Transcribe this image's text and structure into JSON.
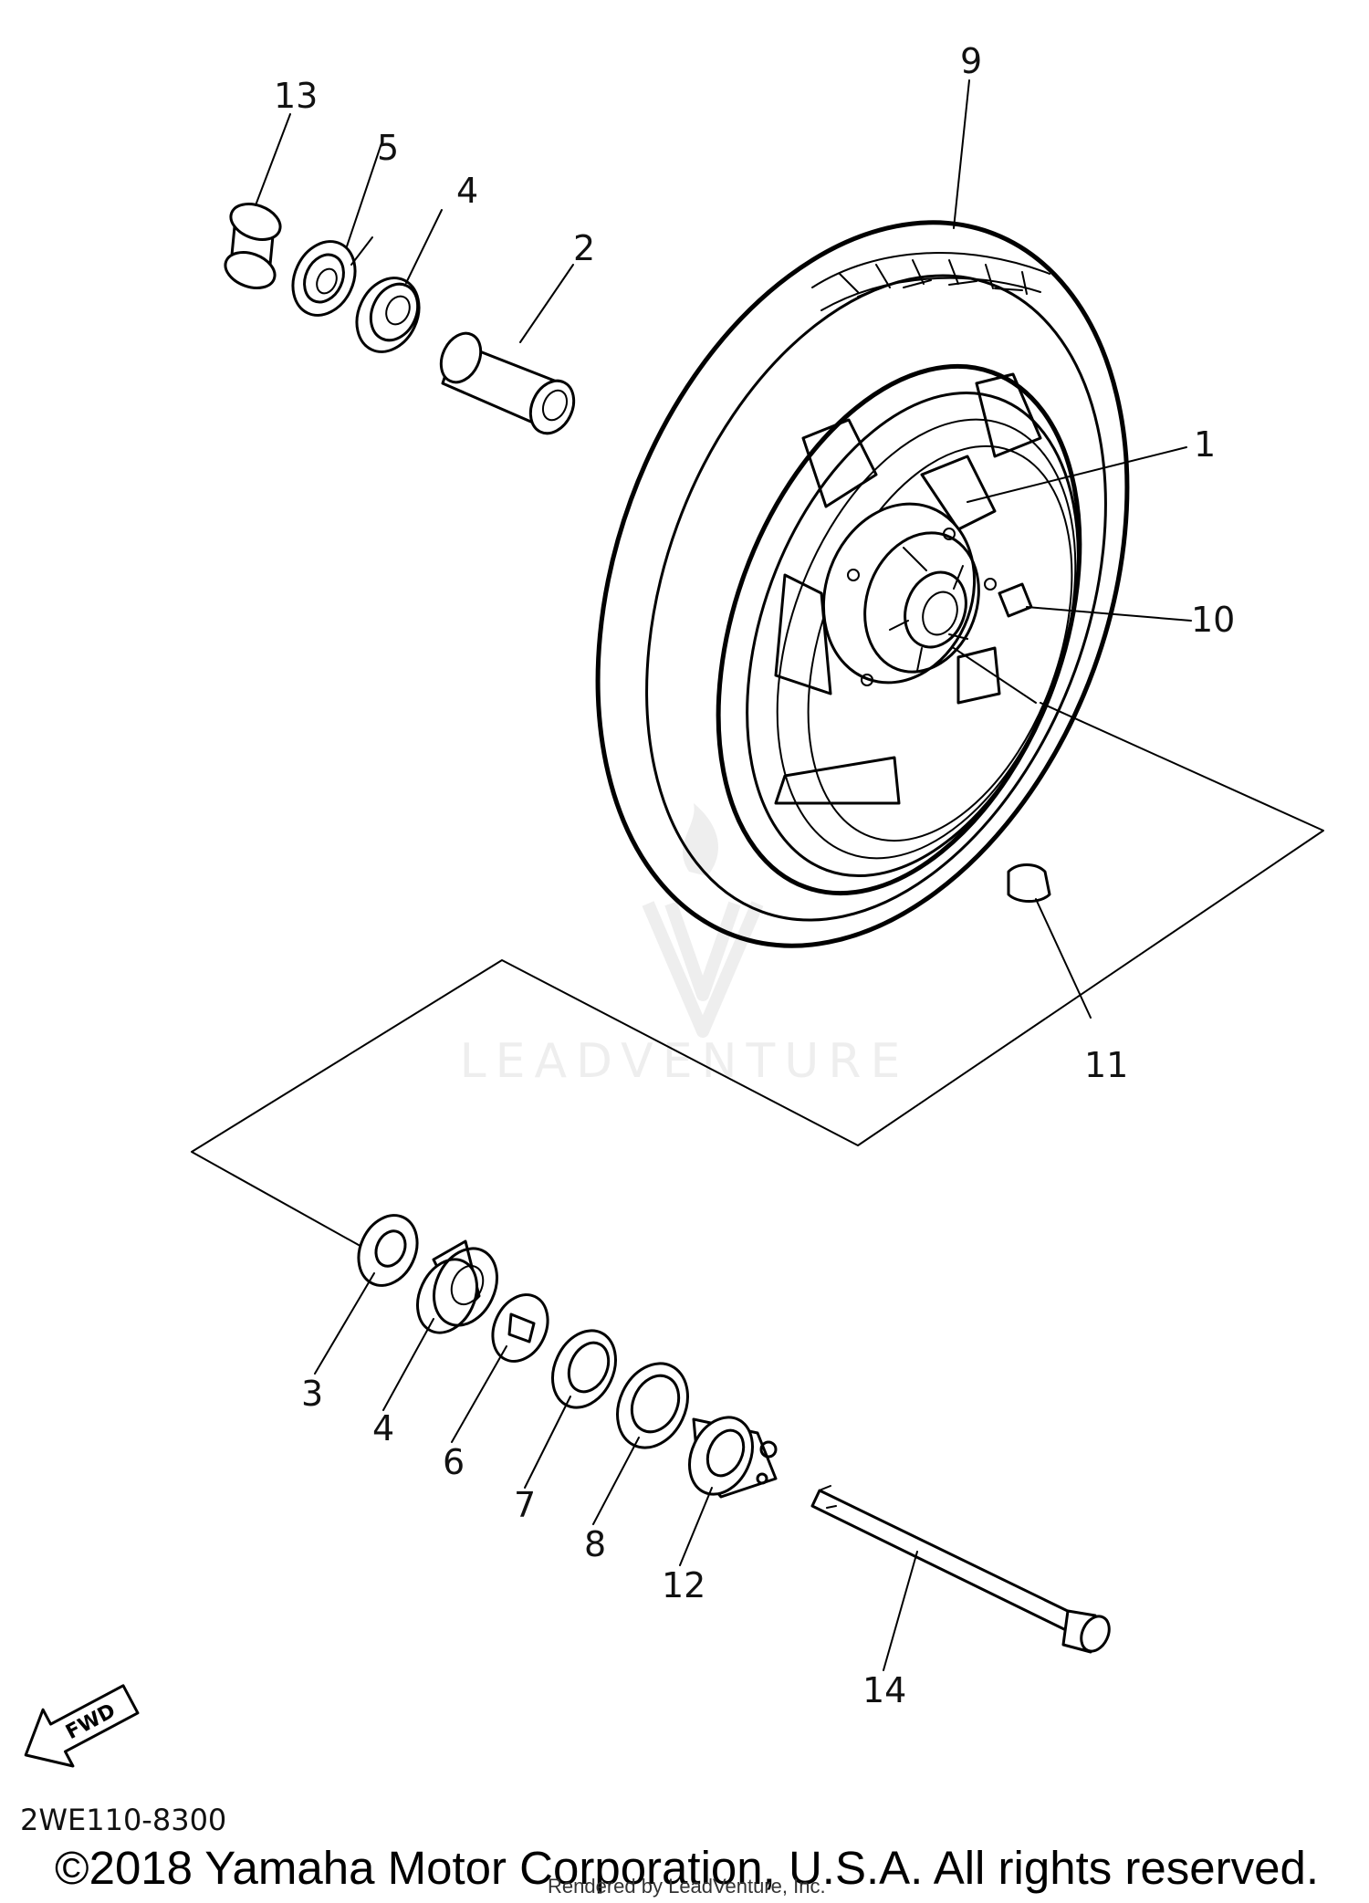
{
  "diagram": {
    "watermark": "LEADVENTURE",
    "fwd_label": "FWD",
    "parts": [
      {
        "id": "p1",
        "label": "1"
      },
      {
        "id": "p2",
        "label": "2"
      },
      {
        "id": "p3",
        "label": "3"
      },
      {
        "id": "p4a",
        "label": "4"
      },
      {
        "id": "p4b",
        "label": "4"
      },
      {
        "id": "p5",
        "label": "5"
      },
      {
        "id": "p6",
        "label": "6"
      },
      {
        "id": "p7",
        "label": "7"
      },
      {
        "id": "p8",
        "label": "8"
      },
      {
        "id": "p9",
        "label": "9"
      },
      {
        "id": "p10",
        "label": "10"
      },
      {
        "id": "p11",
        "label": "11"
      },
      {
        "id": "p12",
        "label": "12"
      },
      {
        "id": "p13",
        "label": "13"
      },
      {
        "id": "p14",
        "label": "14"
      }
    ]
  },
  "footer": {
    "diagram_code": "2WE110-8300",
    "copyright": "©2018 Yamaha Motor Corporation, U.S.A. All rights reserved.",
    "rendered_by": "Rendered by LeadVenture, Inc."
  }
}
